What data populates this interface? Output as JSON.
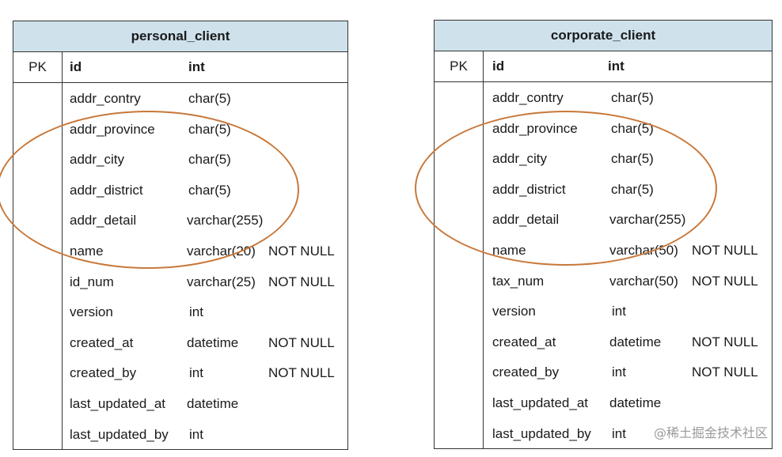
{
  "colors": {
    "title_bg": "#cfe2ec",
    "border": "#333333",
    "ellipse": "#c8783a"
  },
  "left_table": {
    "title": "personal_client",
    "pk_label": "PK",
    "pk": {
      "name": "id",
      "type": "int"
    },
    "rows": [
      {
        "name": "addr_contry",
        "type": "char(5)",
        "constraint": ""
      },
      {
        "name": "addr_province",
        "type": "char(5)",
        "constraint": ""
      },
      {
        "name": "addr_city",
        "type": "char(5)",
        "constraint": ""
      },
      {
        "name": "addr_district",
        "type": "char(5)",
        "constraint": ""
      },
      {
        "name": "addr_detail",
        "type": "varchar(255)",
        "constraint": ""
      },
      {
        "name": "name",
        "type": "varchar(20)",
        "constraint": "NOT NULL"
      },
      {
        "name": "id_num",
        "type": "varchar(25)",
        "constraint": "NOT NULL"
      },
      {
        "name": "version",
        "type": "int",
        "constraint": ""
      },
      {
        "name": "created_at",
        "type": "datetime",
        "constraint": "NOT NULL"
      },
      {
        "name": "created_by",
        "type": "int",
        "constraint": "NOT NULL"
      },
      {
        "name": "last_updated_at",
        "type": "datetime",
        "constraint": ""
      },
      {
        "name": "last_updated_by",
        "type": "int",
        "constraint": ""
      }
    ]
  },
  "right_table": {
    "title": "corporate_client",
    "pk_label": "PK",
    "pk": {
      "name": "id",
      "type": "int"
    },
    "rows": [
      {
        "name": "addr_contry",
        "type": "char(5)",
        "constraint": ""
      },
      {
        "name": "addr_province",
        "type": "char(5)",
        "constraint": ""
      },
      {
        "name": "addr_city",
        "type": "char(5)",
        "constraint": ""
      },
      {
        "name": "addr_district",
        "type": "char(5)",
        "constraint": ""
      },
      {
        "name": "addr_detail",
        "type": "varchar(255)",
        "constraint": ""
      },
      {
        "name": "name",
        "type": "varchar(50)",
        "constraint": "NOT NULL"
      },
      {
        "name": "tax_num",
        "type": "varchar(50)",
        "constraint": "NOT NULL"
      },
      {
        "name": "version",
        "type": "int",
        "constraint": ""
      },
      {
        "name": "created_at",
        "type": "datetime",
        "constraint": "NOT NULL"
      },
      {
        "name": "created_by",
        "type": "int",
        "constraint": "NOT NULL"
      },
      {
        "name": "last_updated_at",
        "type": "datetime",
        "constraint": ""
      },
      {
        "name": "last_updated_by",
        "type": "int",
        "constraint": ""
      }
    ]
  },
  "watermark": "@稀土掘金技术社区"
}
